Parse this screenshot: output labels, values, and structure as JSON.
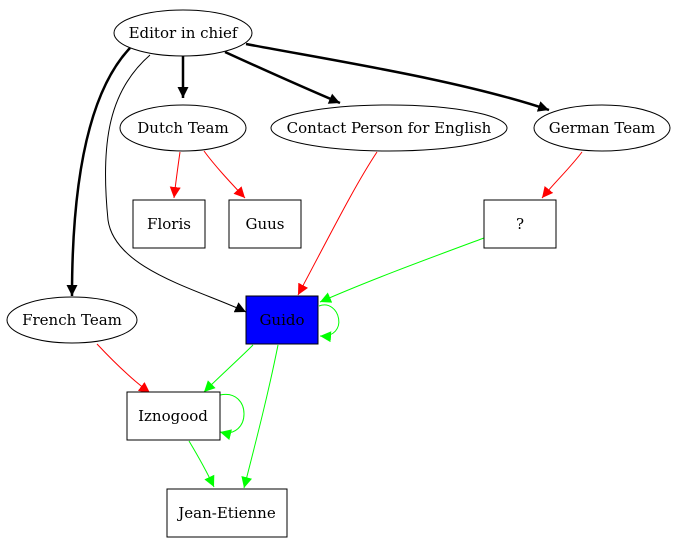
{
  "nodes": {
    "editor": {
      "label": "Editor in chief"
    },
    "dutch": {
      "label": "Dutch Team"
    },
    "english": {
      "label": "Contact Person for English"
    },
    "german": {
      "label": "German Team"
    },
    "floris": {
      "label": "Floris"
    },
    "guus": {
      "label": "Guus"
    },
    "unknown": {
      "label": "?"
    },
    "french": {
      "label": "French Team"
    },
    "guido": {
      "label": "Guido",
      "fill": "#0000ff"
    },
    "iznogood": {
      "label": "Iznogood"
    },
    "jean": {
      "label": "Jean-Etienne"
    }
  },
  "edge_colors": {
    "black": "#000000",
    "red": "#ff0000",
    "green": "#00ff00"
  }
}
